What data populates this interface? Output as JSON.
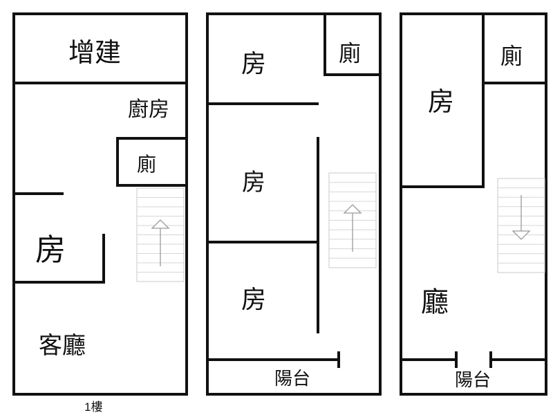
{
  "floors": [
    {
      "caption": "1樓",
      "rooms": {
        "annex": "增建",
        "kitchen": "廚房",
        "toilet": "廁",
        "bedroom": "房",
        "living": "客廳"
      }
    },
    {
      "caption": "",
      "rooms": {
        "bedroom_top": "房",
        "toilet": "廁",
        "bedroom_mid": "房",
        "bedroom_bottom": "房",
        "balcony": "陽台"
      }
    },
    {
      "caption": "",
      "rooms": {
        "bedroom": "房",
        "toilet": "廁",
        "hall": "廳",
        "balcony": "陽台"
      }
    }
  ],
  "stairs": [
    {
      "floor": 1,
      "direction": "up"
    },
    {
      "floor": 2,
      "direction": "up"
    },
    {
      "floor": 3,
      "direction": "down"
    }
  ]
}
